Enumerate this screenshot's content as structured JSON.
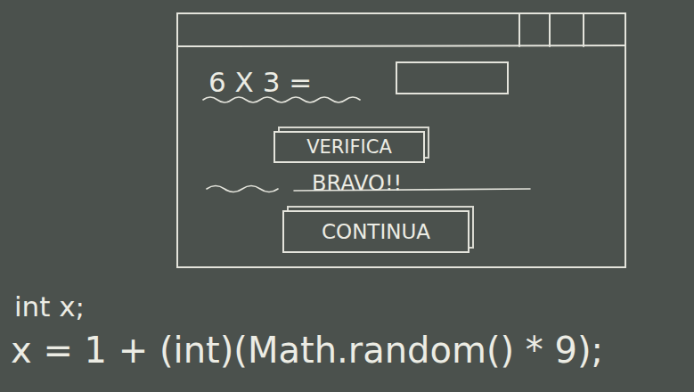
{
  "diagram": {
    "nodes": [
      {
        "text": [
          "6 X 3 =",
          "BRAVO!!"
        ]
      },
      {
        "text": [
          "VERIFICA"
        ],
        "in": 0
      },
      {
        "text": [
          "CONTINUA"
        ],
        "in": 0
      }
    ],
    "labels": [
      "int x;",
      "x = 1 + (int)(Math.random() * 9);"
    ]
  }
}
